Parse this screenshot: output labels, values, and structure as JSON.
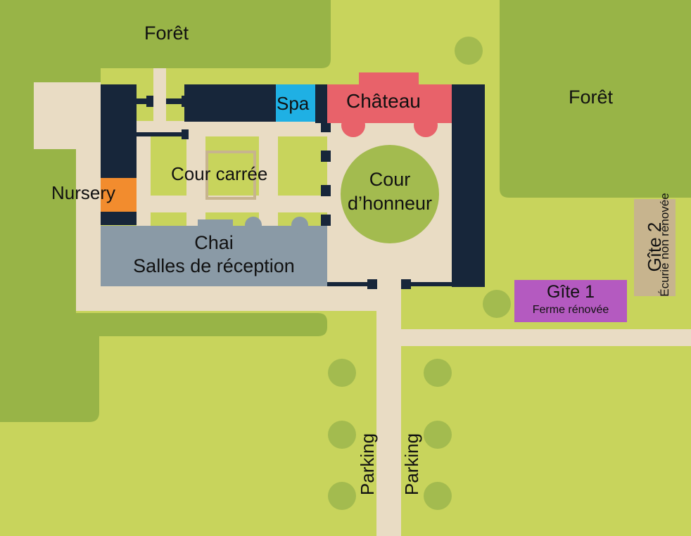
{
  "colors": {
    "meadow": "#c8d45c",
    "forest": "#98b447",
    "path": "#e9dcc4",
    "building": "#17263a",
    "chateau": "#e8626a",
    "spa": "#1fb0e4",
    "nursery": "#f28c2e",
    "chai": "#8a9aa6",
    "gite1": "#b45ac0",
    "gite2": "#c7b48e",
    "tree": "#a3bb4f"
  },
  "labels": {
    "forest_top_left": "Forêt",
    "forest_right": "Forêt",
    "spa": "Spa",
    "chateau": "Château",
    "cour_carree": "Cour carrée",
    "cour_honneur_line1": "Cour",
    "cour_honneur_line2": "d’honneur",
    "nursery": "Nursery",
    "chai_line1": "Chai",
    "chai_line2": "Salles de réception",
    "gite1_title": "Gîte 1",
    "gite1_subtitle": "Ferme rénovée",
    "gite2_title": "Gîte 2",
    "gite2_subtitle": "Écurie non rénovée",
    "parking_left": "Parking",
    "parking_right": "Parking"
  }
}
